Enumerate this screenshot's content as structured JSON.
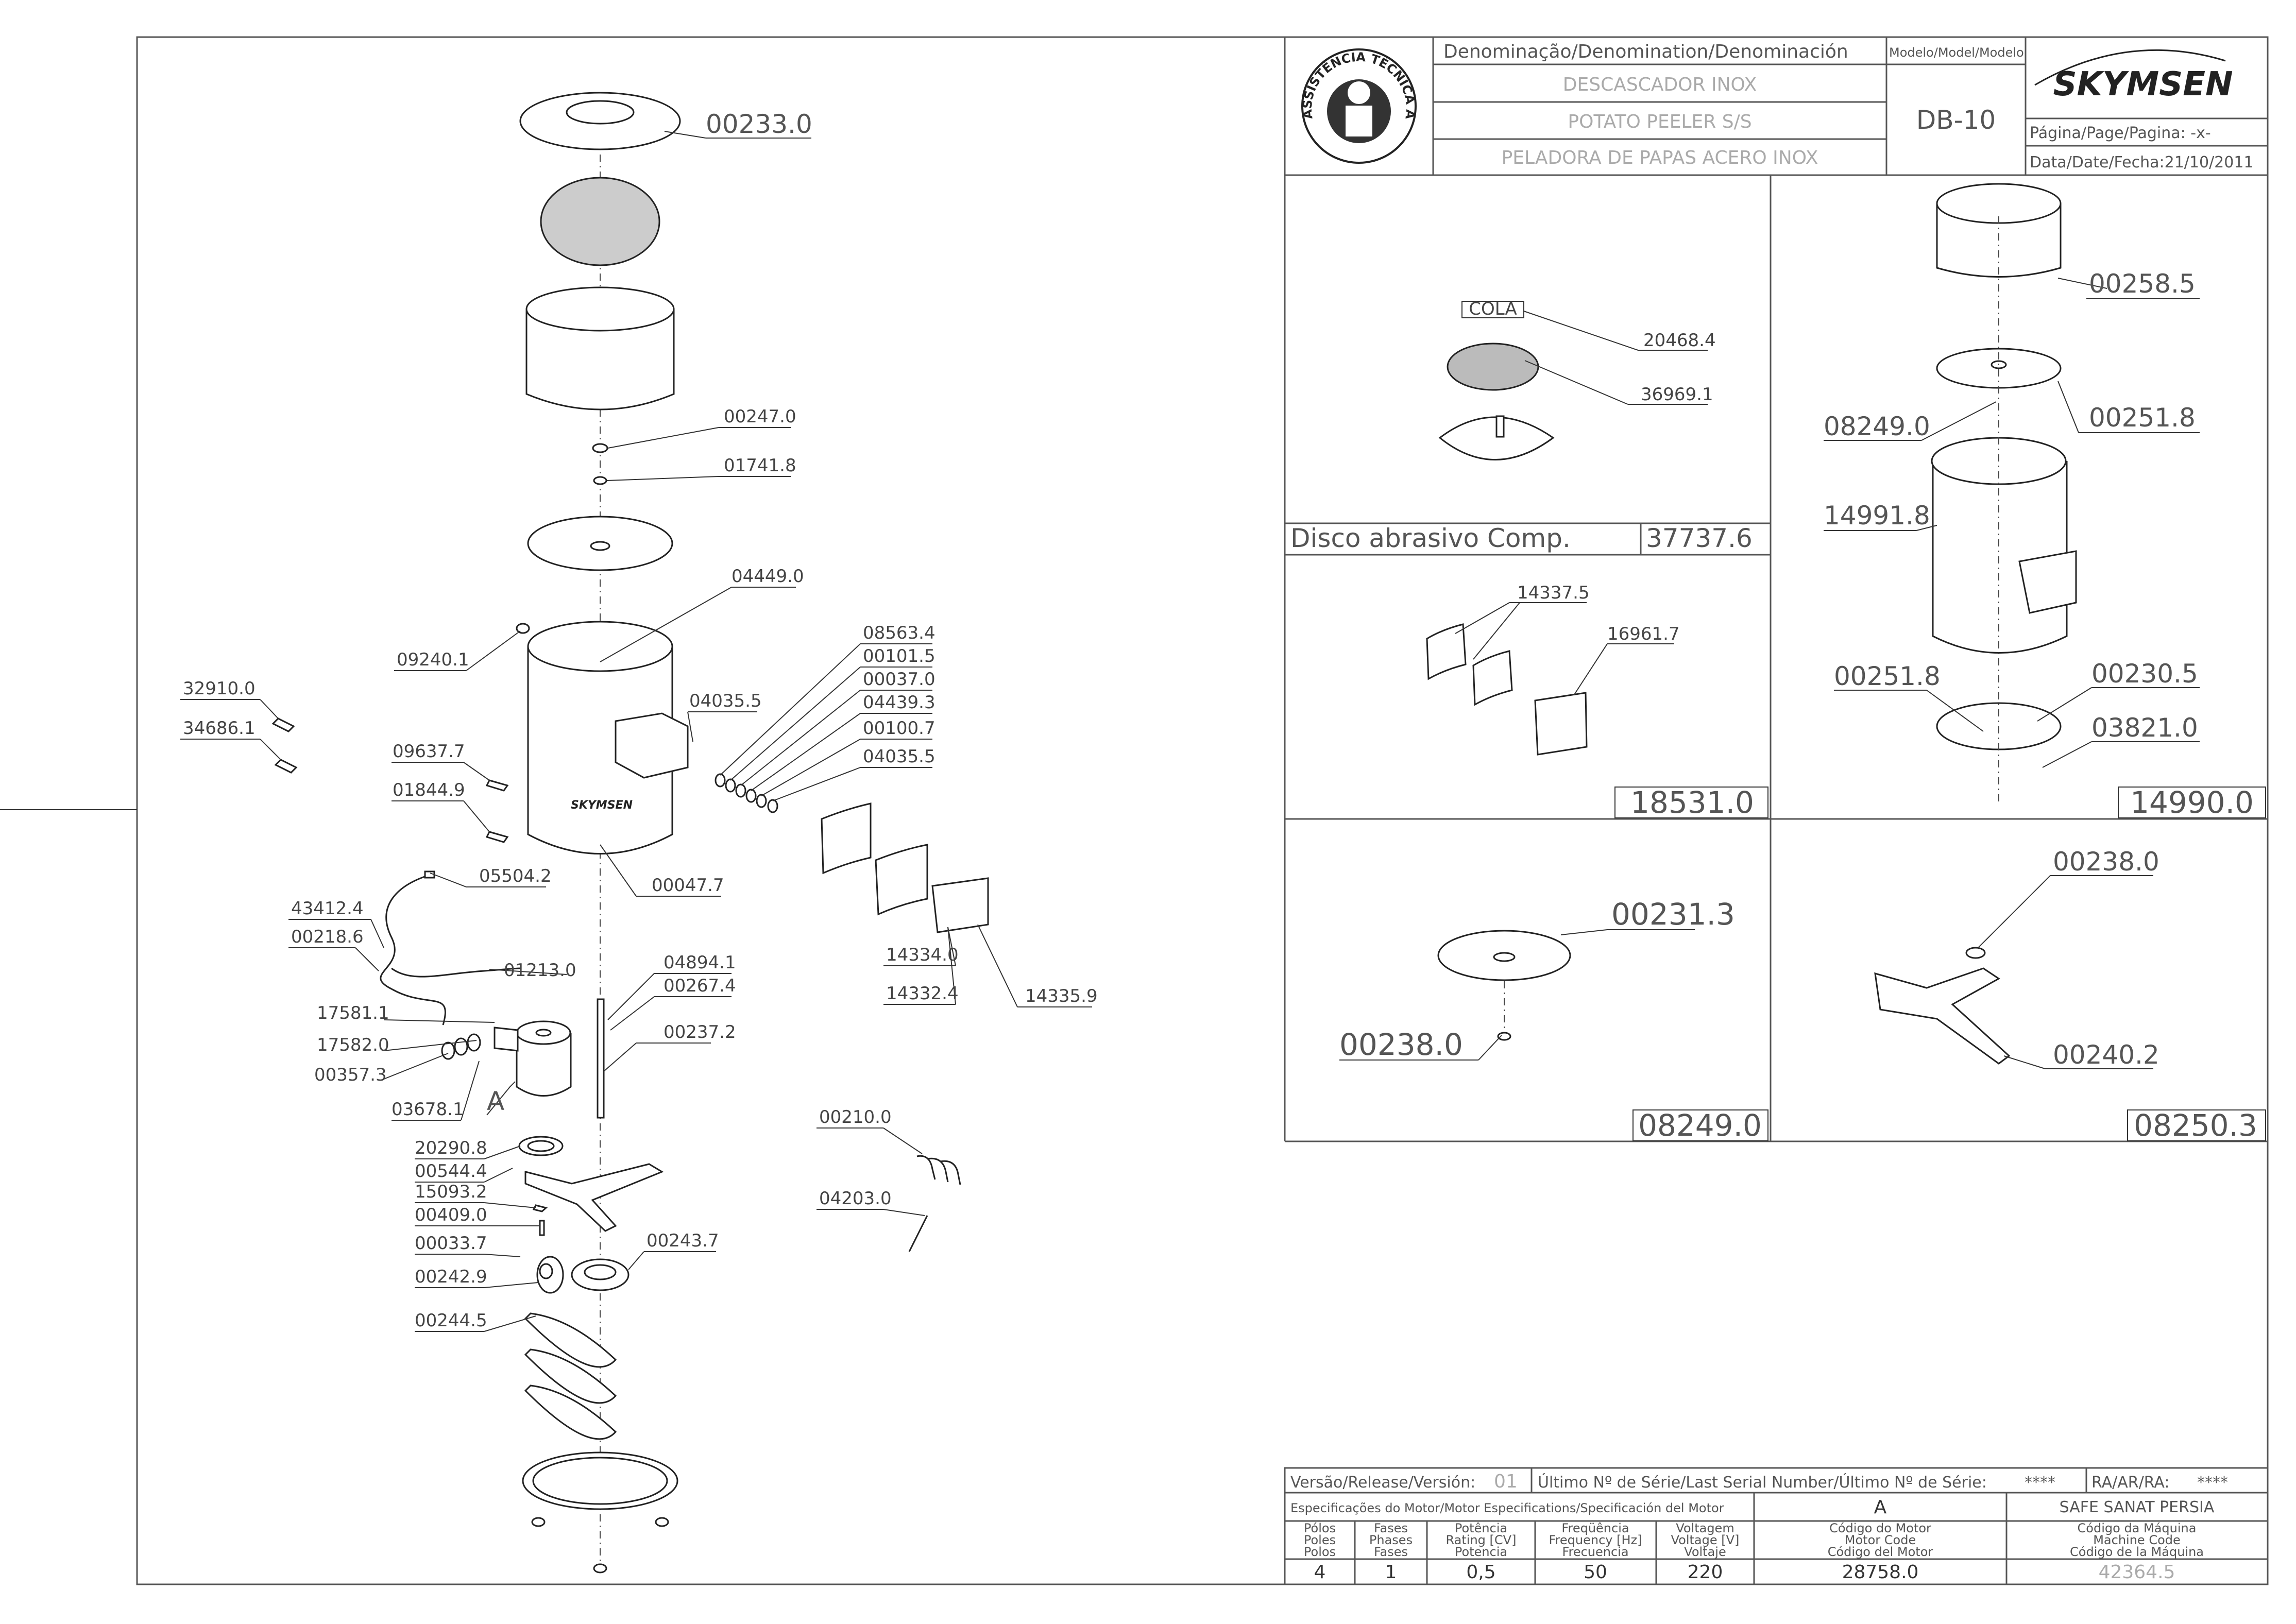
{
  "header": {
    "denomination_title": "Denominação/Denomination/Denominación",
    "name_pt": "DESCASCADOR INOX",
    "name_en": "POTATO PEELER S/S",
    "name_es": "PELADORA DE PAPAS ACERO INOX",
    "model_title": "Modelo/Model/Modelo",
    "model_value": "DB-10",
    "brand": "SKYMSEN",
    "page_label": "Página/Page/Pagina: -x-",
    "date_label": "Data/Date/Fecha:21/10/2011",
    "seal_text": "ASSISTÊNCIA TÉCNICA AUTORIZADA"
  },
  "main_parts": {
    "p00233": "00233.0",
    "p00247": "00247.0",
    "p01741": "01741.8",
    "p04449": "04449.0",
    "p09240": "09240.1",
    "p08563": "08563.4",
    "p00101": "00101.5",
    "p00037": "00037.0",
    "p04439": "04439.3",
    "p00100": "00100.7",
    "p04035b": "04035.5",
    "p04035a": "04035.5",
    "p32910": "32910.0",
    "p34686": "34686.1",
    "p09637": "09637.7",
    "p01844": "01844.9",
    "p00047": "00047.7",
    "p05504": "05504.2",
    "p43412": "43412.4",
    "p00218": "00218.6",
    "p01213": "01213.0",
    "p04894": "04894.1",
    "p00267": "00267.4",
    "p00237": "00237.2",
    "p17581": "17581.1",
    "p17582": "17582.0",
    "p00357": "00357.3",
    "p03678": "03678.1",
    "p20290": "20290.8",
    "p00544": "00544.4",
    "p15093": "15093.2",
    "p00409": "00409.0",
    "p00033": "00033.7",
    "p00242": "00242.9",
    "p00243": "00243.7",
    "p00244": "00244.5",
    "p14334": "14334.0",
    "p14332": "14332.4",
    "p14335": "14335.9",
    "p00210": "00210.0",
    "p04203": "04203.0",
    "motor_letter": "A",
    "logo_body": "SKYMSEN"
  },
  "detail_panels": {
    "disc": {
      "cola": "COLA",
      "p20468": "20468.4",
      "p36969": "36969.1",
      "title": "Disco abrasivo Comp.",
      "code": "37737.6"
    },
    "liners": {
      "p14337": "14337.5",
      "p16961": "16961.7",
      "code": "18531.0"
    },
    "plate": {
      "p00231": "00231.3",
      "p00238": "00238.0",
      "code": "08249.0"
    },
    "arm": {
      "p00238": "00238.0",
      "p00240": "00240.2",
      "code": "08250.3"
    },
    "body": {
      "p00258": "00258.5",
      "p08249": "08249.0",
      "p00251a": "00251.8",
      "p14991": "14991.8",
      "p00251b": "00251.8",
      "p00230": "00230.5",
      "p03821": "03821.0",
      "code": "14990.0"
    }
  },
  "bottom_table": {
    "version_label": "Versão/Release/Versión:",
    "version_value": "01",
    "serial_label": "Último Nº de Série/Last Serial Number/Último Nº de Série:",
    "serial_value": "****",
    "ra_label": "RA/AR/RA:",
    "ra_value": "****",
    "motor_spec_label": "Especificações do Motor/Motor Especifications/Specificación del Motor",
    "motor_letter": "A",
    "machine_name": "SAFE SANAT PERSIA",
    "col_poles": [
      "Pólos",
      "Poles",
      "Polos"
    ],
    "col_phases": [
      "Fases",
      "Phases",
      "Fases"
    ],
    "col_power": [
      "Potência",
      "Rating [CV]",
      "Potencia"
    ],
    "col_freq": [
      "Freqüência",
      "Frequency [Hz]",
      "Frecuencia"
    ],
    "col_volt": [
      "Voltagem",
      "Voltage [V]",
      "Voltaje"
    ],
    "col_motor_code": [
      "Código do Motor",
      "Motor Code",
      "Código del Motor"
    ],
    "col_machine_code": [
      "Código da Máquina",
      "Machine Code",
      "Código de la Máquina"
    ],
    "val_poles": "4",
    "val_phases": "1",
    "val_power": "0,5",
    "val_freq": "50",
    "val_volt": "220",
    "val_motor_code": "28758.0",
    "val_machine_code": "42364.5"
  }
}
